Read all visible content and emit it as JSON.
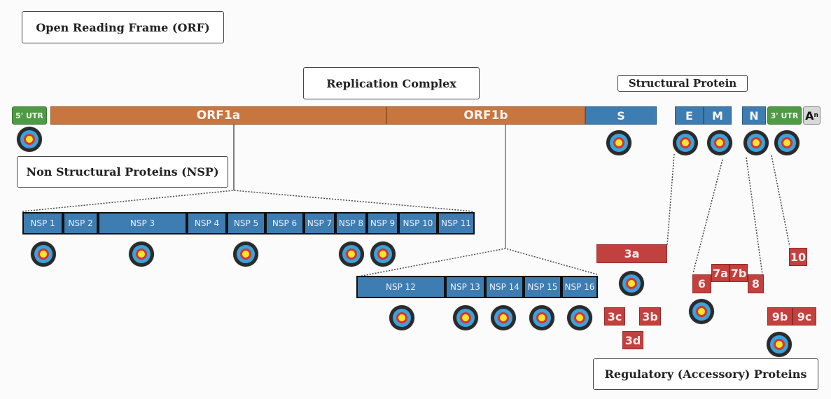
{
  "labels": {
    "orf": "Open Reading Frame (ORF)",
    "replication": "Replication Complex",
    "structural": "Structural Protein",
    "nsp": "Non Structural Proteins (NSP)",
    "regulatory": "Regulatory (Accessory) Proteins"
  },
  "genome": {
    "utr5": "5' UTR",
    "orf1a": "ORF1a",
    "orf1b": "ORF1b",
    "s": "S",
    "e": "E",
    "m": "M",
    "n": "N",
    "utr3": "3' UTR",
    "polyA": "A",
    "polyA_sub": "n"
  },
  "nsp_row1": [
    "NSP 1",
    "NSP 2",
    "NSP 3",
    "NSP 4",
    "NSP 5",
    "NSP 6",
    "NSP 7",
    "NSP 8",
    "NSP 9",
    "NSP 10",
    "NSP 11"
  ],
  "nsp_row2": [
    "NSP 12",
    "NSP 13",
    "NSP 14",
    "NSP 15",
    "NSP 16"
  ],
  "accessory": {
    "a3a": "3a",
    "a3b": "3b",
    "a3c": "3c",
    "a3d": "3d",
    "a6": "6",
    "a7a": "7a",
    "a7b": "7b",
    "a8": "8",
    "a9b": "9b",
    "a9c": "9c",
    "a10": "10"
  },
  "colors": {
    "orf": "#c8763f",
    "structural": "#3d7db1",
    "utr": "#4f9a44",
    "accessory": "#c2413f"
  }
}
